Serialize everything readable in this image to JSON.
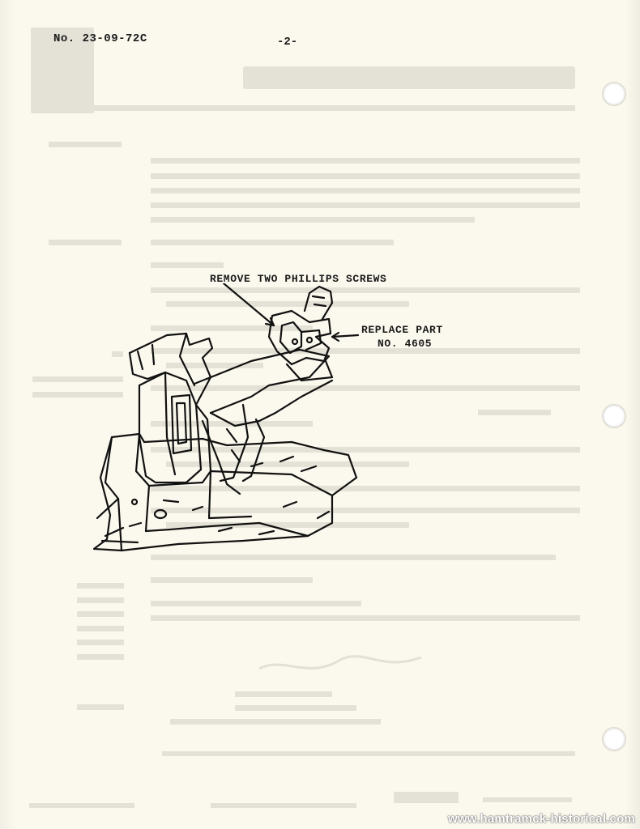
{
  "header": {
    "bulletin_number": "No. 23-09-72C",
    "page_number": "-2-"
  },
  "illustration": {
    "callout_screws": "REMOVE TWO PHILLIPS SCREWS",
    "callout_part_line1": "REPLACE PART",
    "callout_part_line2": "NO. 4605"
  },
  "footer": {
    "watermark": "www.hamtramck-historical.com"
  },
  "colors": {
    "paper": "#fbf9ee",
    "ink": "#1a1a1a",
    "bleed_through": "#c9c7bd"
  }
}
